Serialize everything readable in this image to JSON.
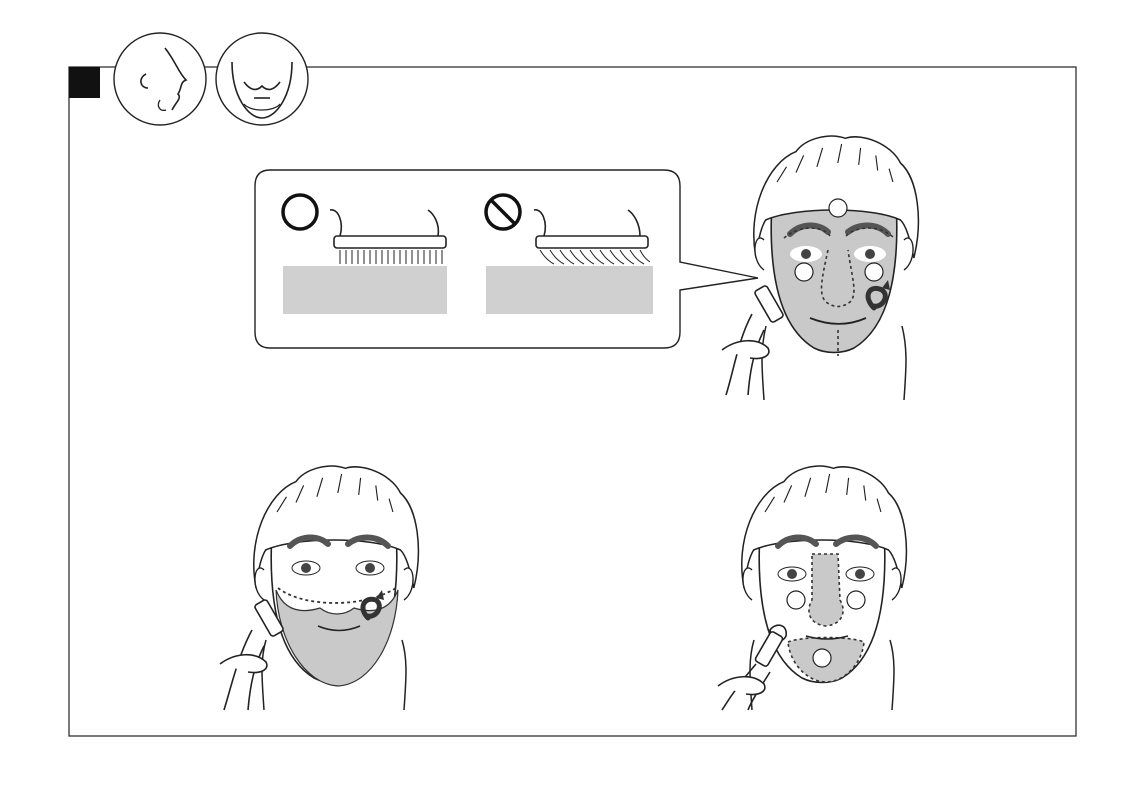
{
  "instructions": {
    "step_marker": "",
    "header_icons": [
      "side-face-icon",
      "beard-face-icon"
    ],
    "callout": {
      "correct_symbol": "circle-ok-icon",
      "incorrect_symbol": "prohibited-icon"
    },
    "faces": [
      {
        "name": "full-face-cleansing",
        "zones": 4,
        "motion": "circular"
      },
      {
        "name": "beard-cleansing",
        "zones": 0,
        "motion": "circular"
      },
      {
        "name": "t-zone-cleansing",
        "zones": 3,
        "motion": "circular"
      }
    ]
  },
  "colors": {
    "line": "#222222",
    "skin_shade": "#c9c9c9",
    "callout_fill": "#d0d0d0",
    "brow": "#555555",
    "marker": "#111111"
  }
}
